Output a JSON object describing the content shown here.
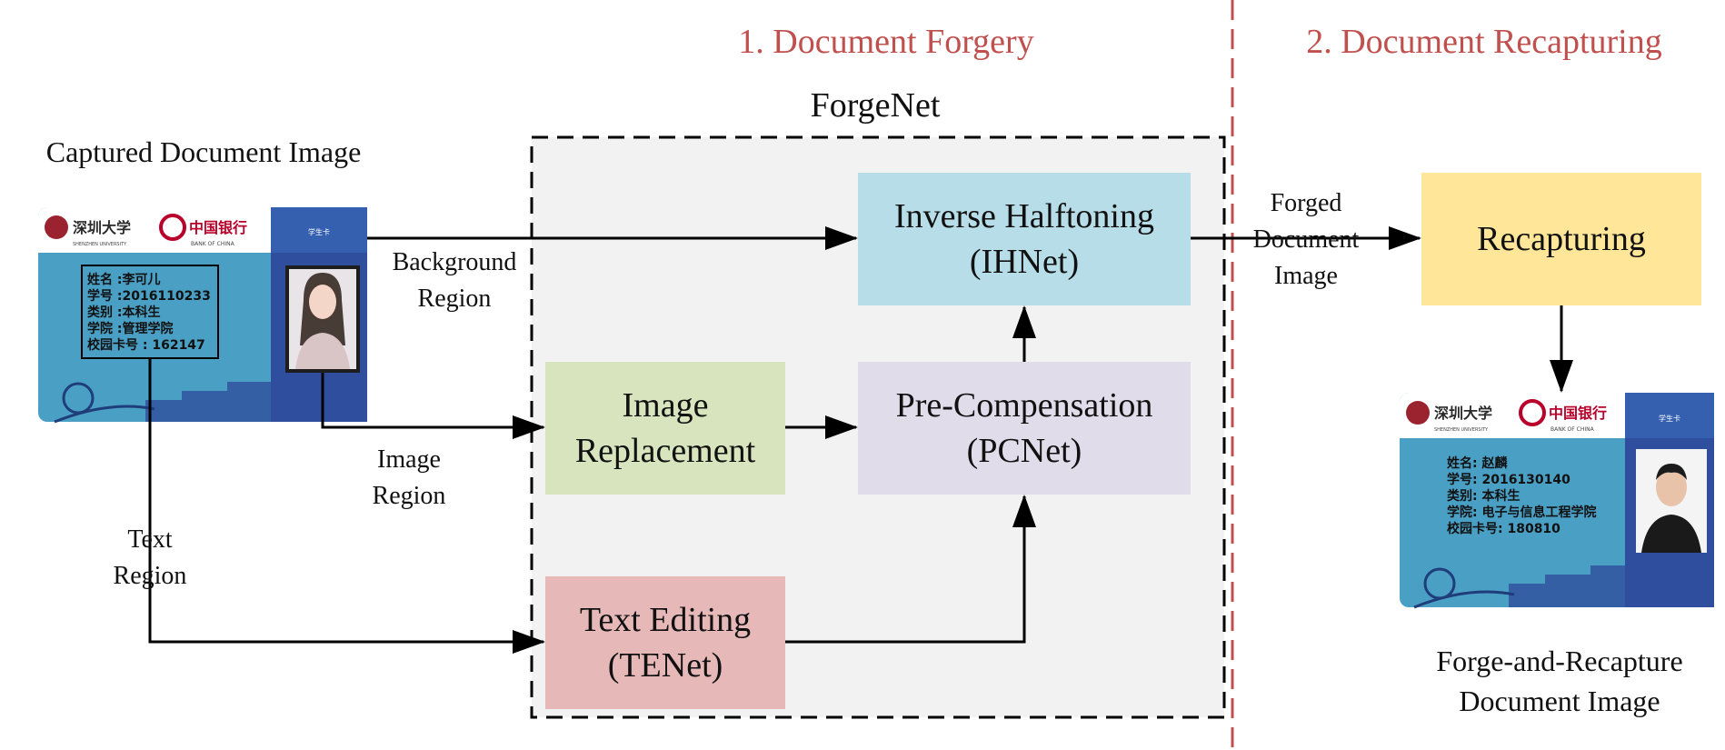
{
  "sections": {
    "forgery_title": "1. Document Forgery",
    "recapture_title": "2. Document Recapturing"
  },
  "forgenet_label": "ForgeNet",
  "input": {
    "title": "Captured Document Image",
    "card": {
      "university": "深圳大学",
      "university_en": "SHENZHEN UNIVERSITY",
      "bank": "中国银行",
      "bank_en": "BANK OF CHINA",
      "tag": "学生卡",
      "lines": [
        "姓名 :李可儿",
        "学号 :2016110233",
        "类别 :本科生",
        "学院 :管理学院",
        "校园卡号 : 162147"
      ]
    }
  },
  "output": {
    "title_line1": "Forge-and-Recapture",
    "title_line2": "Document Image",
    "card": {
      "university": "深圳大学",
      "university_en": "SHENZHEN UNIVERSITY",
      "bank": "中国银行",
      "bank_en": "BANK OF CHINA",
      "tag": "学生卡",
      "lines": [
        "姓名:  赵麟",
        "学号:  2016130140",
        "类别:  本科生",
        "学院:  电子与信息工程学院",
        "校园卡号:  180810"
      ]
    }
  },
  "nodes": {
    "ihnet": {
      "line1": "Inverse Halftoning",
      "line2": "(IHNet)",
      "color": "#b7dde8"
    },
    "pcnet": {
      "line1": "Pre-Compensation",
      "line2": "(PCNet)",
      "color": "#e0dcea"
    },
    "image_replacement": {
      "line1": "Image",
      "line2": "Replacement",
      "color": "#d7e4bd"
    },
    "tenet": {
      "line1": "Text Editing",
      "line2": "(TENet)",
      "color": "#e6b9b8"
    },
    "recapturing": {
      "line1": "Recapturing",
      "color": "#ffe699"
    }
  },
  "edge_labels": {
    "background": [
      "Background",
      "Region"
    ],
    "image": [
      "Image",
      "Region"
    ],
    "text": [
      "Text",
      "Region"
    ],
    "forged": [
      "Forged",
      "Document",
      "Image"
    ]
  },
  "colors": {
    "section_title": "#c0504d",
    "divider": "#c0504d",
    "forgenet_fill": "#f2f2f2",
    "card_blue": "#4a9fc4",
    "card_dark": "#2f4f9e"
  }
}
